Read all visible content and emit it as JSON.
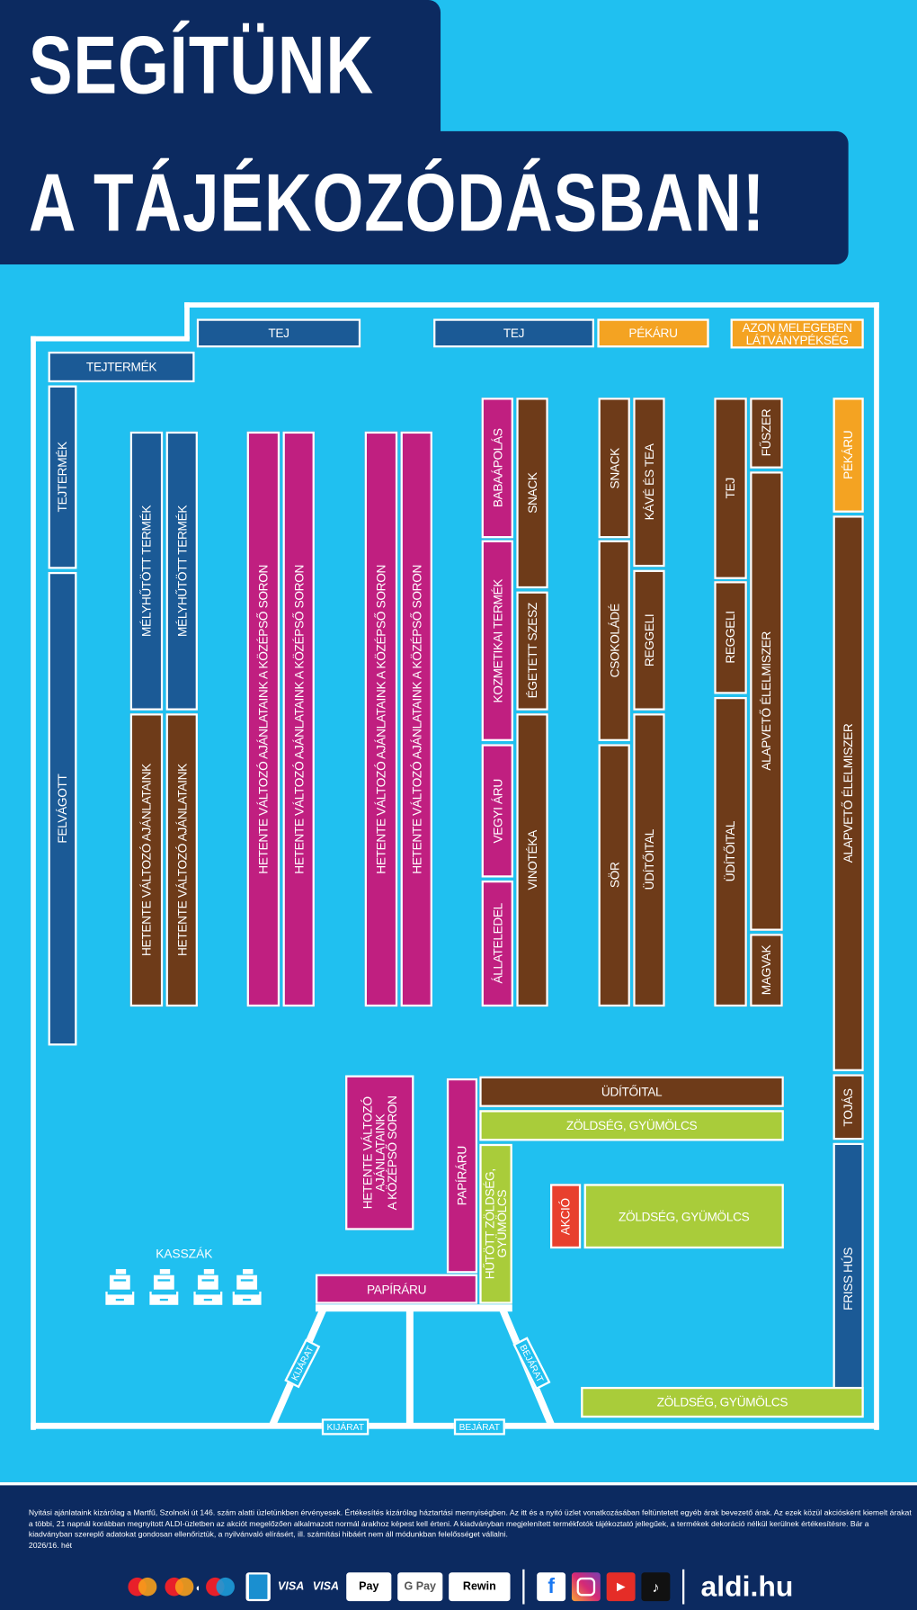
{
  "header": {
    "line1": "SEGÍTÜNK",
    "line2": "A TÁJÉKOZÓDÁSBAN!"
  },
  "colors": {
    "background": "#20c0f0",
    "navy": "#0c2a60",
    "blue": "#1b5a96",
    "magenta": "#c01f80",
    "brown": "#6e3b19",
    "orange": "#f4a322",
    "green": "#a9cc3a",
    "red": "#e8402e"
  },
  "map": {
    "blocks": [
      {
        "label": "TEJ",
        "color": "blue"
      },
      {
        "label": "TEJ",
        "color": "blue"
      },
      {
        "label": "PÉKÁRU",
        "color": "orange"
      },
      {
        "label": "AZON MELEGEBEN\nLÁTVÁNYPÉKSÉG",
        "color": "orange"
      },
      {
        "label": "TEJTERMÉK",
        "color": "blue"
      },
      {
        "label": "TEJTERMÉK",
        "color": "blue"
      },
      {
        "label": "FELVÁGOTT",
        "color": "blue"
      },
      {
        "label": "MÉLYHŰTÖTT TERMÉK",
        "color": "blue"
      },
      {
        "label": "MÉLYHŰTÖTT TERMÉK",
        "color": "blue"
      },
      {
        "label": "HETENTE VÁLTOZÓ AJÁNLATAINK",
        "color": "brown"
      },
      {
        "label": "HETENTE VÁLTOZÓ AJÁNLATAINK",
        "color": "brown"
      },
      {
        "label": "HETENTE VÁLTOZÓ AJÁNLATAINK A KÖZÉPSŐ SORON",
        "color": "magenta"
      },
      {
        "label": "HETENTE VÁLTOZÓ AJÁNLATAINK A KÖZÉPSŐ SORON",
        "color": "magenta"
      },
      {
        "label": "HETENTE VÁLTOZÓ AJÁNLATAINK A KÖZÉPSŐ SORON",
        "color": "magenta"
      },
      {
        "label": "HETENTE VÁLTOZÓ AJÁNLATAINK A KÖZÉPSŐ SORON",
        "color": "magenta"
      },
      {
        "label": "BABAÁPOLÁS",
        "color": "magenta"
      },
      {
        "label": "KOZMETIKAI TERMÉK",
        "color": "magenta"
      },
      {
        "label": "VEGYI ÁRU",
        "color": "magenta"
      },
      {
        "label": "ÁLLATELEDEL",
        "color": "magenta"
      },
      {
        "label": "SNACK",
        "color": "brown"
      },
      {
        "label": "ÉGETETT SZESZ",
        "color": "brown"
      },
      {
        "label": "VINOTÉKA",
        "color": "brown"
      },
      {
        "label": "SNACK",
        "color": "brown"
      },
      {
        "label": "CSOKOLÁDÉ",
        "color": "brown"
      },
      {
        "label": "SÖR",
        "color": "brown"
      },
      {
        "label": "KÁVÉ ÉS TEA",
        "color": "brown"
      },
      {
        "label": "REGGELI",
        "color": "brown"
      },
      {
        "label": "ÜDÍTŐITAL",
        "color": "brown"
      },
      {
        "label": "TEJ",
        "color": "brown"
      },
      {
        "label": "REGGELI",
        "color": "brown"
      },
      {
        "label": "ÜDÍTŐITAL",
        "color": "brown"
      },
      {
        "label": "FŰSZER",
        "color": "brown"
      },
      {
        "label": "ALAPVETŐ ÉLELMISZER",
        "color": "brown"
      },
      {
        "label": "MAGVAK",
        "color": "brown"
      },
      {
        "label": "PÉKÁRU",
        "color": "orange"
      },
      {
        "label": "ALAPVETŐ ÉLELMISZER",
        "color": "brown"
      },
      {
        "label": "TOJÁS",
        "color": "brown"
      },
      {
        "label": "FRISS HÚS",
        "color": "blue"
      },
      {
        "label": "ZÖLDSÉG, GYÜMÖLCS",
        "color": "green"
      },
      {
        "label": "ÜDÍTŐITAL",
        "color": "brown"
      },
      {
        "label": "ZÖLDSÉG, GYÜMÖLCS",
        "color": "green"
      },
      {
        "label": "HŰTÖTT ZÖLDSÉG,\nGYÜMÖLCS",
        "color": "green"
      },
      {
        "label": "PAPÍRÁRU",
        "color": "magenta"
      },
      {
        "label": "PAPÍRÁRU",
        "color": "magenta"
      },
      {
        "label": "HETENTE VÁLTOZÓ\nAJÁNLATAINK\nA KÖZÉPSŐ SORON",
        "color": "magenta"
      },
      {
        "label": "AKCIÓ",
        "color": "red"
      },
      {
        "label": "ZÖLDSÉG, GYÜMÖLCS",
        "color": "green"
      }
    ],
    "checkout_label": "KASSZÁK",
    "exit_label": "KIJÁRAT",
    "entrance_label": "BEJÁRAT",
    "register_icon": "cash-register-icon"
  },
  "footer": {
    "disclaimer": "Nyitási ajánlataink kizárólag a Martfű, Szolnoki út 146. szám alatti üzletünkben érvényesek. Értékesítés kizárólag háztartási mennyiségben. Az itt és a nyitó üzlet vonatkozásában feltüntetett egyéb árak bevezető árak. Az ezek közül akciósként kiemelt árakat a többi, 21 napnál korábban megnyitott ALDI-üzletben az akciót megelőzően alkalmazott normál árakhoz képest kell érteni. A kiadványban megjelenített termékfotók tájékoztató jellegűek, a termékek dekoráció nélkül kerülnek értékesítésre. Bár a kiadványban szereplő adatokat gondosan ellenőriztük, a nyilvánvaló elírásért, ill. számítási hibáért nem áll módunkban felelősséget vállalni.",
    "week": "2026/16. hét",
    "payments": [
      "VISA",
      "VISA",
      "Pay",
      "G Pay",
      "Rewin"
    ],
    "social_icons": [
      "facebook-icon",
      "instagram-icon",
      "youtube-icon",
      "tiktok-icon"
    ],
    "website": "aldi.hu"
  }
}
